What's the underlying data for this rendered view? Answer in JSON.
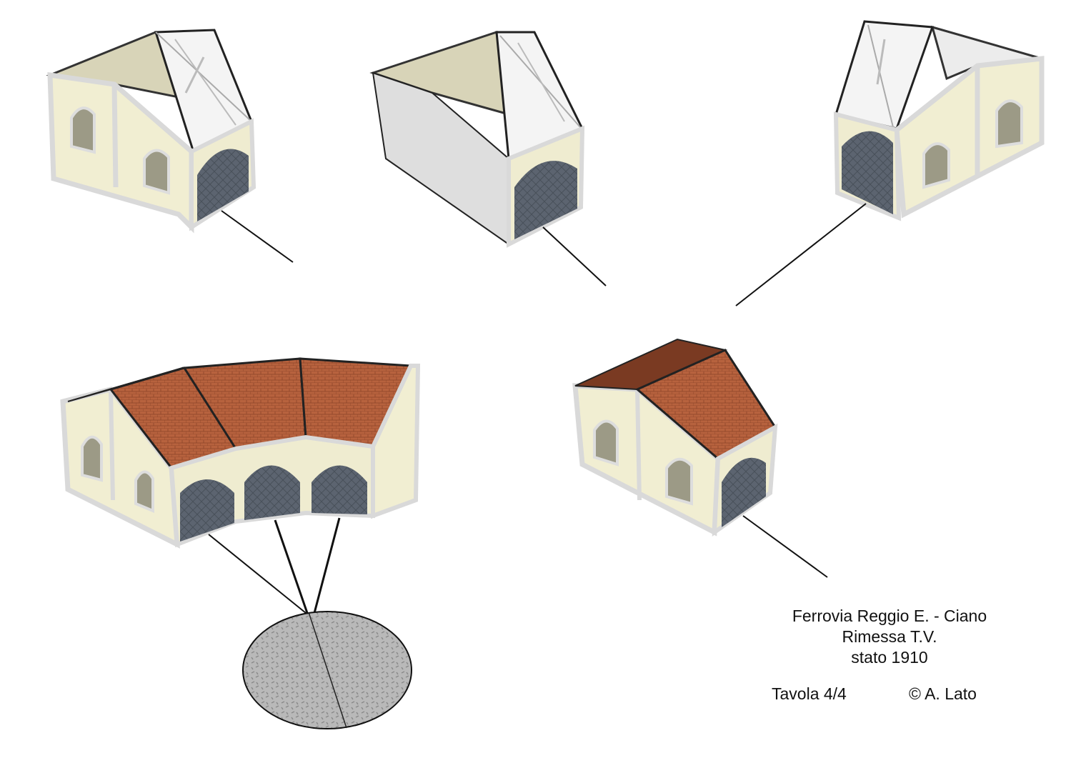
{
  "caption": {
    "line1": "Ferrovia Reggio E. - Ciano",
    "line2": "Rimessa T.V.",
    "line3": "stato 1910"
  },
  "footer": {
    "sheet": "Tavola  4/4",
    "copyright": "© A. Lato"
  },
  "colors": {
    "wall_cream": "#f1eed2",
    "wall_frame": "#e2e2e2",
    "roof_tile": "#b7623e",
    "roof_dark": "#7a3a22",
    "door_gray": "#5c6470",
    "window_gray": "#9c9a86",
    "turntable": "#b7b7b7",
    "line": "#111111"
  }
}
